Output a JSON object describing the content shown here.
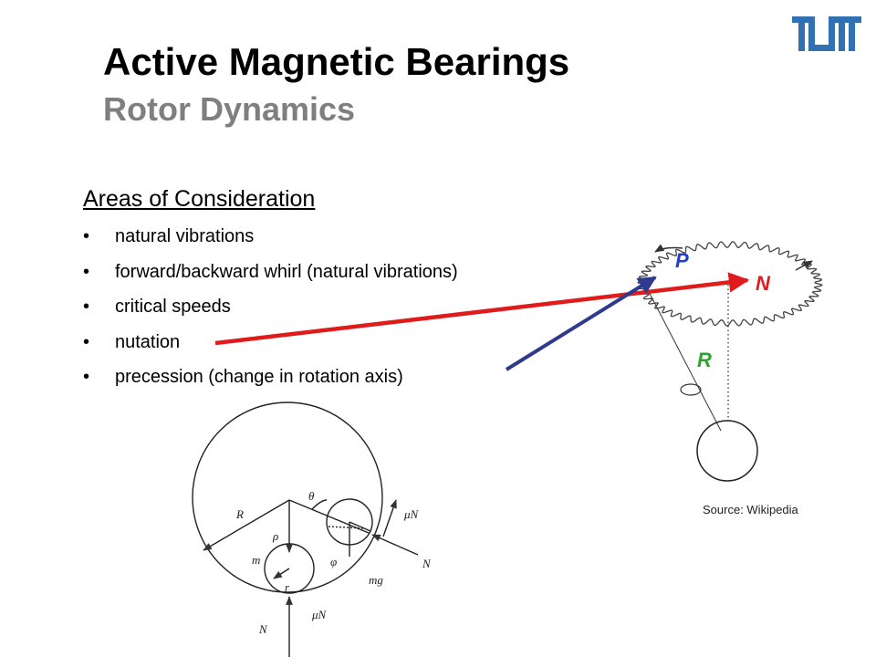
{
  "header": {
    "title": "Active Magnetic Bearings",
    "subtitle": "Rotor Dynamics",
    "logo_text": "TUM",
    "logo_color": "#3070b3"
  },
  "section": {
    "heading": "Areas of Consideration",
    "bullet_glyph": "•",
    "items": [
      {
        "label": "natural vibrations"
      },
      {
        "label": "forward/backward whirl (natural vibrations)"
      },
      {
        "label": "critical speeds"
      },
      {
        "label": "nutation"
      },
      {
        "label": "precession (change in rotation axis)"
      }
    ]
  },
  "precession_figure": {
    "labels": {
      "p": "P",
      "n": "N",
      "r": "R"
    },
    "colors": {
      "p": "#1f3fd1",
      "n": "#e01b1b",
      "r": "#2aa52a"
    }
  },
  "arrows": {
    "nutation_color": "#e01b1b",
    "precession_color": "#2e3a8c"
  },
  "mechanics_figure": {
    "labels": {
      "theta": "θ",
      "R": "R",
      "rho": "ρ",
      "m": "m",
      "phi": "φ",
      "r": "r",
      "muN_top": "μN",
      "N_right": "N",
      "mg": "mg",
      "muN_bottom": "μN",
      "N_bottom": "N"
    }
  },
  "source": "Source: Wikipedia"
}
